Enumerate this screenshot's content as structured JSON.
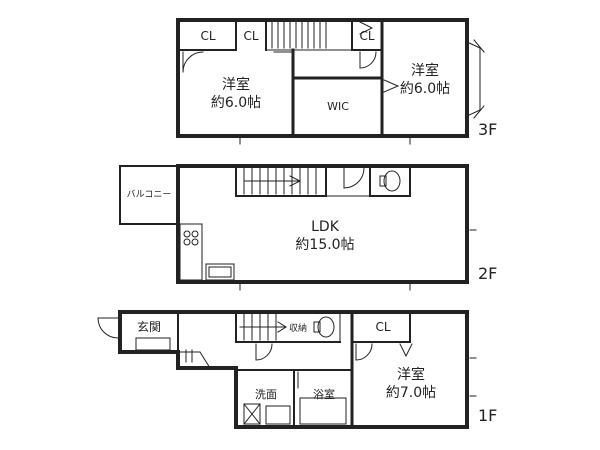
{
  "floor3": {
    "floor_label": "3F",
    "closets": [
      "CL",
      "CL",
      "CL"
    ],
    "room_west": {
      "name": "洋室",
      "size": "約6.0帖"
    },
    "room_east": {
      "name": "洋室",
      "size": "約6.0帖"
    },
    "wic": "WIC"
  },
  "floor2": {
    "floor_label": "2F",
    "balcony": "バルコニー",
    "ldk": {
      "name": "LDK",
      "size": "約15.0帖"
    }
  },
  "floor1": {
    "floor_label": "1F",
    "entrance": "玄関",
    "storage": "収納",
    "closet": "CL",
    "washroom": "洗面",
    "bathroom": "浴室",
    "room": {
      "name": "洋室",
      "size": "約7.0帖"
    }
  },
  "colors": {
    "wall": "#222222",
    "line": "#333333",
    "bg": "#ffffff"
  }
}
